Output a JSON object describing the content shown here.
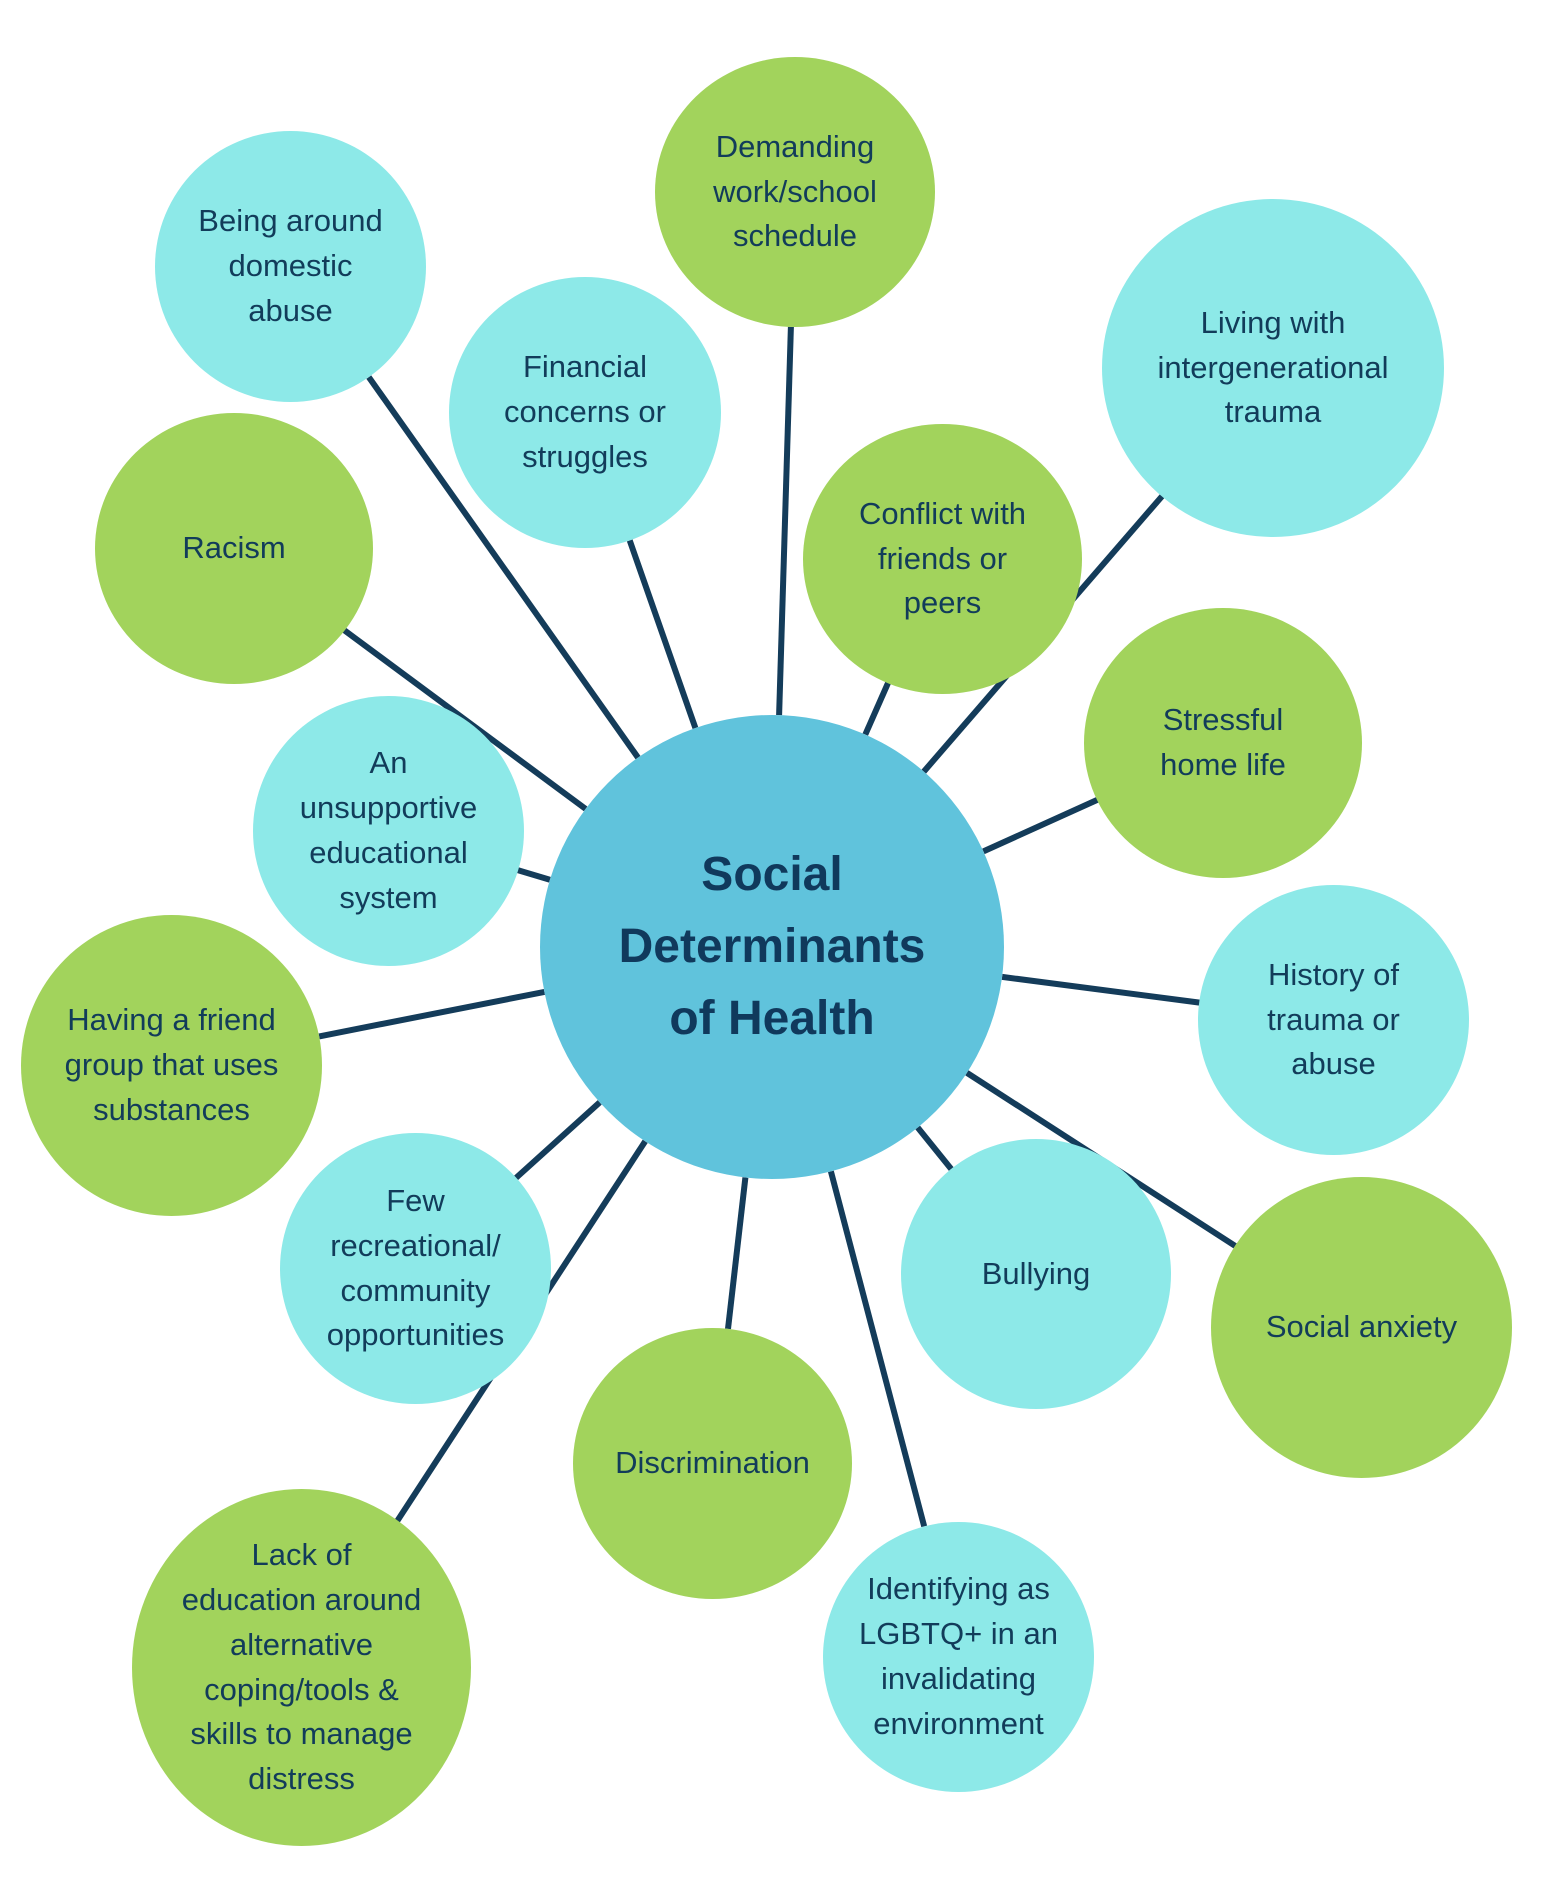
{
  "colors": {
    "center": "#60c3dc",
    "green": "#a2d35c",
    "cyan": "#8de9e8",
    "line": "#143c5a",
    "text": "#123c5a"
  },
  "center": {
    "label": "Social\nDeterminants\nof Health"
  },
  "nodes": [
    {
      "id": "demanding-work-school-schedule",
      "label": "Demanding\nwork/school\nschedule",
      "color": "green"
    },
    {
      "id": "being-around-domestic-abuse",
      "label": "Being around\ndomestic\nabuse",
      "color": "cyan"
    },
    {
      "id": "financial-concerns",
      "label": "Financial\nconcerns or\nstruggles",
      "color": "cyan"
    },
    {
      "id": "living-with-intergenerational-trauma",
      "label": "Living with\nintergenerational\ntrauma",
      "color": "cyan"
    },
    {
      "id": "racism",
      "label": "Racism",
      "color": "green"
    },
    {
      "id": "conflict-with-friends",
      "label": "Conflict with\nfriends or\npeers",
      "color": "green"
    },
    {
      "id": "stressful-home-life",
      "label": "Stressful\nhome life",
      "color": "green"
    },
    {
      "id": "unsupportive-educational-system",
      "label": "An\nunsupportive\neducational\nsystem",
      "color": "cyan"
    },
    {
      "id": "history-of-trauma",
      "label": "History of\ntrauma or\nabuse",
      "color": "cyan"
    },
    {
      "id": "friend-group-substances",
      "label": "Having a friend\ngroup that uses\nsubstances",
      "color": "green"
    },
    {
      "id": "few-recreational-opportunities",
      "label": "Few\nrecreational/\ncommunity\nopportunities",
      "color": "cyan"
    },
    {
      "id": "bullying",
      "label": "Bullying",
      "color": "cyan"
    },
    {
      "id": "social-anxiety",
      "label": "Social anxiety",
      "color": "green"
    },
    {
      "id": "discrimination",
      "label": "Discrimination",
      "color": "green"
    },
    {
      "id": "lack-of-education-coping",
      "label": "Lack of\neducation around\nalternative\ncoping/tools &\nskills to manage\ndistress",
      "color": "green"
    },
    {
      "id": "identifying-as-lgbtq",
      "label": "Identifying as\nLGBTQ+ in an\ninvalidating\nenvironment",
      "color": "cyan"
    }
  ]
}
